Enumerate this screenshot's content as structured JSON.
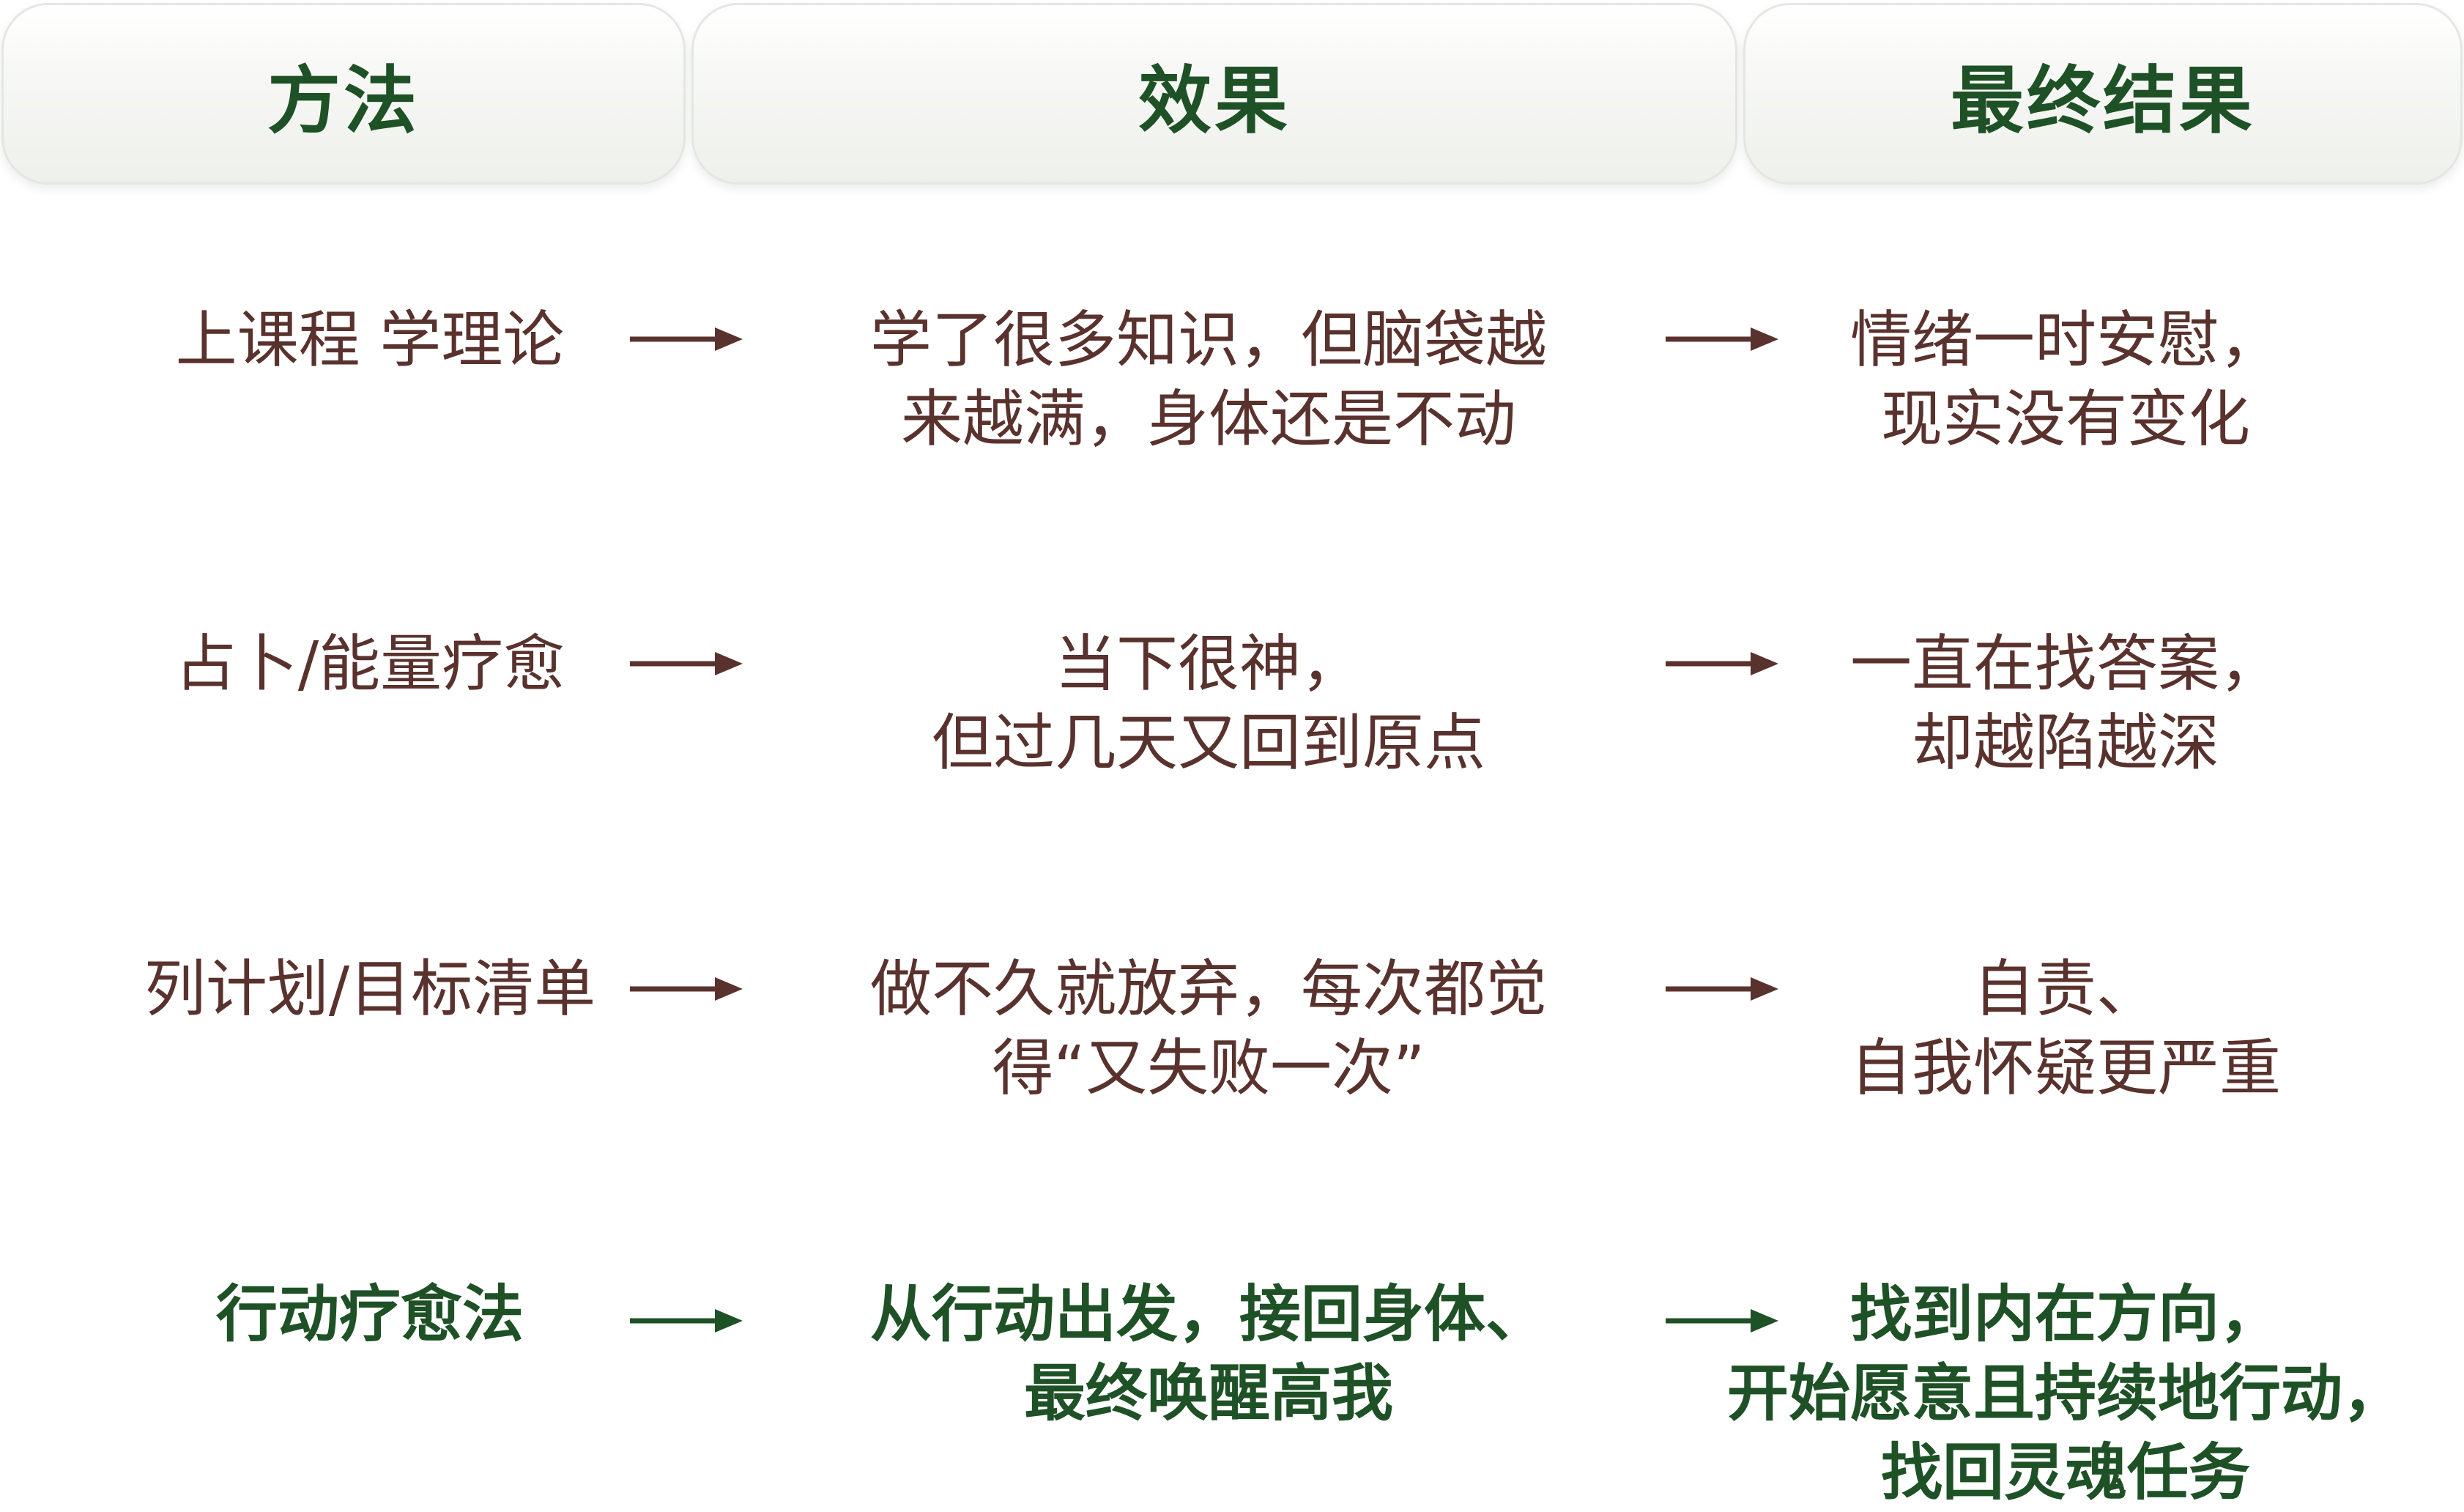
{
  "headers": {
    "method": "方法",
    "effect": "效果",
    "result": "最终结果"
  },
  "rows": [
    {
      "method": [
        "上课程 学理论"
      ],
      "effect": [
        "学了很多知识，但脑袋越",
        "来越满，身体还是不动"
      ],
      "result": [
        "情绪一时安慰，",
        "现实没有变化"
      ],
      "highlight": false
    },
    {
      "method": [
        "占卜/能量疗愈"
      ],
      "effect": [
        "当下很神，",
        "但过几天又回到原点"
      ],
      "result": [
        "一直在找答案，",
        "却越陷越深"
      ],
      "highlight": false
    },
    {
      "method": [
        "列计划/目标清单"
      ],
      "effect": [
        "做不久就放弃，每次都觉",
        "得“又失败一次”"
      ],
      "result": [
        "自责、",
        "自我怀疑更严重"
      ],
      "highlight": false
    },
    {
      "method": [
        "行动疗愈法"
      ],
      "effect": [
        "从行动出发，接回身体、",
        "最终唤醒高我"
      ],
      "result": [
        "找到内在方向，",
        "开始愿意且持续地行动，",
        "找回灵魂任务"
      ],
      "highlight": true
    }
  ],
  "colors": {
    "header_text": "#1f5127",
    "body_text": "#5a322d",
    "highlight_text": "#1f5127",
    "arrow": "#5a322d",
    "highlight_arrow": "#1f5127"
  },
  "icons": {
    "arrow": "right-arrow-icon"
  }
}
